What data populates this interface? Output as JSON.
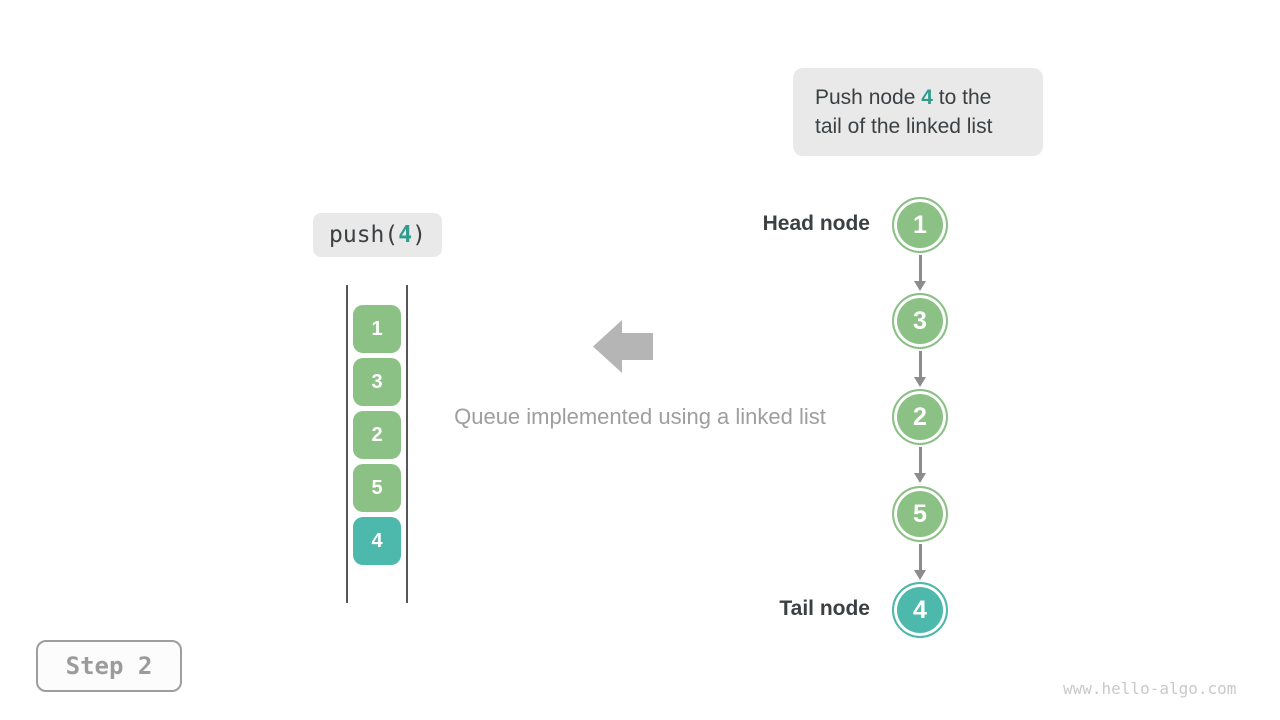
{
  "colors": {
    "green": "#8BC184",
    "teal": "#4DB8AC",
    "teal_text": "#2F9C8D",
    "chip_bg": "#E9E9E9",
    "dark_text": "#3C4043",
    "muted_text": "#9E9E9E",
    "big_arrow": "#B5B5B5",
    "connector": "#8C8C8C",
    "rail": "#565656",
    "badge_border": "#9E9E9E",
    "badge_text": "#9B9B9B",
    "watermark": "#C9C9C9"
  },
  "annotation": {
    "line1_prefix": "Push node ",
    "highlight_value": "4",
    "line1_suffix": " to the",
    "line2": "tail of the linked list"
  },
  "operation": {
    "prefix": "push(",
    "arg": "4",
    "suffix": ")"
  },
  "queue": {
    "items": [
      {
        "value": "1",
        "variant": "normal"
      },
      {
        "value": "3",
        "variant": "normal"
      },
      {
        "value": "2",
        "variant": "normal"
      },
      {
        "value": "5",
        "variant": "normal"
      },
      {
        "value": "4",
        "variant": "highlight"
      }
    ]
  },
  "linked_list": {
    "head_label": "Head node",
    "tail_label": "Tail node",
    "nodes": [
      {
        "value": "1",
        "variant": "normal"
      },
      {
        "value": "3",
        "variant": "normal"
      },
      {
        "value": "2",
        "variant": "normal"
      },
      {
        "value": "5",
        "variant": "normal"
      },
      {
        "value": "4",
        "variant": "highlight"
      }
    ]
  },
  "caption": "Queue implemented using a linked list",
  "step_badge": "Step 2",
  "watermark": "www.hello-algo.com"
}
